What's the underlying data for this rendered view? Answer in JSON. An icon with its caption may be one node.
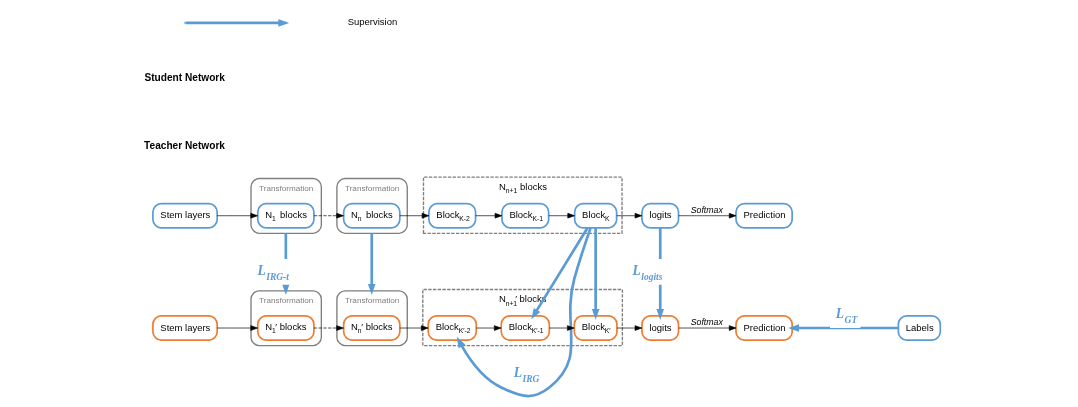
{
  "diagram": {
    "nodes": [
      {
        "text": [
          "Stem layers"
        ]
      },
      {
        "text": [
          "Transformation"
        ]
      },
      {
        "text": [
          "N$_{1}$ blocks"
        ],
        "in": 1
      },
      {
        "text": [
          "Transformation"
        ]
      },
      {
        "text": [
          "N$_{n}$ blocks"
        ],
        "in": 3
      },
      {
        "text": [
          "N$_{n+1}$ blocks"
        ]
      },
      {
        "text": [
          "Block$_{K-2}$"
        ],
        "in": 5
      },
      {
        "text": [
          "Block$_{K-1}$"
        ],
        "in": 5
      },
      {
        "text": [
          "Block$_{K}$"
        ],
        "in": 5
      },
      {
        "text": [
          "logits"
        ]
      },
      {
        "text": [
          "Prediction"
        ]
      },
      {
        "text": [
          "Labels"
        ]
      },
      {
        "text": [
          "Stem layers"
        ]
      },
      {
        "text": [
          "Transformation"
        ]
      },
      {
        "text": [
          "N$_{1}$′ blocks"
        ],
        "in": 13
      },
      {
        "text": [
          "Transformation"
        ]
      },
      {
        "text": [
          "N$_{n}$′ blocks"
        ],
        "in": 15
      },
      {
        "text": [
          "N$_{n+1}$′ blocks"
        ]
      },
      {
        "text": [
          "Block$_{K′-2}$"
        ],
        "in": 17
      },
      {
        "text": [
          "Block$_{K′-1}$"
        ],
        "in": 17
      },
      {
        "text": [
          "Block$_{K′}$"
        ],
        "in": 17
      },
      {
        "text": [
          "logits"
        ]
      },
      {
        "text": [
          "Prediction"
        ]
      }
    ],
    "edges": [
      {
        "from": 0,
        "to": 2,
        "arrow": "to"
      },
      {
        "from": 2,
        "to": 4,
        "arrow": "to",
        "style": "dashed"
      },
      {
        "from": 4,
        "to": 6,
        "arrow": "to"
      },
      {
        "from": 6,
        "to": 7,
        "arrow": "to"
      },
      {
        "from": 7,
        "to": 8,
        "arrow": "to"
      },
      {
        "from": 8,
        "to": 9,
        "arrow": "to"
      },
      {
        "from": 9,
        "to": 10,
        "arrow": "to",
        "label": "Softmax"
      },
      {
        "from": 12,
        "to": 14,
        "arrow": "to"
      },
      {
        "from": 14,
        "to": 16,
        "arrow": "to",
        "style": "dashed"
      },
      {
        "from": 16,
        "to": 18,
        "arrow": "to"
      },
      {
        "from": 18,
        "to": 19,
        "arrow": "to"
      },
      {
        "from": 19,
        "to": 20,
        "arrow": "to"
      },
      {
        "from": 20,
        "to": 21,
        "arrow": "to"
      },
      {
        "from": 21,
        "to": 22,
        "arrow": "to",
        "label": "Softmax"
      },
      {
        "from": 1,
        "to": 13,
        "arrow": "to",
        "style": "thick",
        "color": "#5b9bd5",
        "label": "L$_{IRG-t}$"
      },
      {
        "from": 3,
        "to": 15,
        "arrow": "to",
        "style": "thick",
        "color": "#5b9bd5"
      },
      {
        "from": 8,
        "to": 18,
        "arrow": "to",
        "style": "thick",
        "color": "#5b9bd5",
        "label": "L$_{IRG}$"
      },
      {
        "from": 8,
        "to": 19,
        "arrow": "to",
        "style": "thick",
        "color": "#5b9bd5"
      },
      {
        "from": 8,
        "to": 20,
        "arrow": "to",
        "style": "thick",
        "color": "#5b9bd5"
      },
      {
        "from": 9,
        "to": 21,
        "arrow": "to",
        "style": "thick",
        "color": "#5b9bd5",
        "label": "L$_{logits}$"
      },
      {
        "from": 11,
        "to": 22,
        "arrow": "to",
        "style": "thick",
        "color": "#5b9bd5",
        "label": "L$_{GT}$"
      }
    ],
    "labels": [
      "Teacher Network",
      "Student Network"
    ],
    "legend": [
      {
        "text": "Supervision"
      }
    ]
  }
}
